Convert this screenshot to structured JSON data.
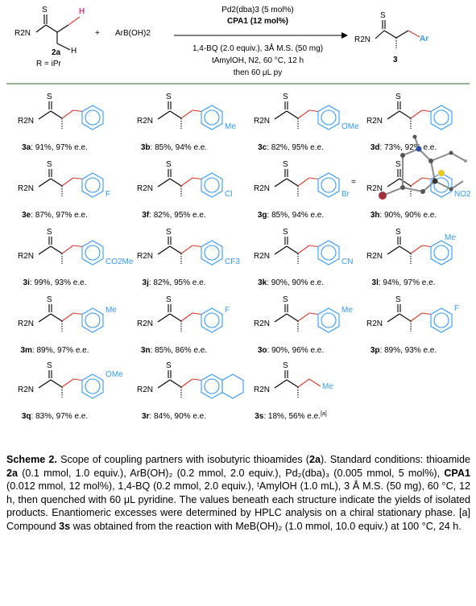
{
  "reaction": {
    "reagent_left": "R2N",
    "h_label": "H",
    "label_2a": "2a",
    "r_def": "R = iPr",
    "plus": "+",
    "boronic": "ArB(OH)2",
    "cond_top1": "Pd2(dba)3 (5 mol%)",
    "cond_top2": "CPA1 (12 mol%)",
    "cond_bot1": "1,4-BQ (2.0 equiv.), 3Å M.S. (50 mg)",
    "cond_bot2": "tAmylOH, N2, 60 °C, 12 h",
    "cond_bot3": "then 60 μL py",
    "product_ar": "Ar",
    "product_label": "3"
  },
  "products": [
    {
      "id": "3a",
      "yield": "91%, 97% e.e.",
      "sub": ""
    },
    {
      "id": "3b",
      "yield": "85%, 94% e.e.",
      "sub": "Me"
    },
    {
      "id": "3c",
      "yield": "82%, 95% e.e.",
      "sub": "OMe"
    },
    {
      "id": "3d",
      "yield": "73%, 92% e.e.",
      "sub": ""
    },
    {
      "id": "3e",
      "yield": "87%, 97% e.e.",
      "sub": "F"
    },
    {
      "id": "3f",
      "yield": "82%, 95% e.e.",
      "sub": "Cl"
    },
    {
      "id": "3g",
      "yield": "85%, 94% e.e.",
      "sub": "Br"
    },
    {
      "id": "3h",
      "yield": "90%, 90% e.e.",
      "sub": "NO2"
    },
    {
      "id": "3i",
      "yield": "99%, 93% e.e.",
      "sub": "CO2Me"
    },
    {
      "id": "3j",
      "yield": "82%, 95% e.e.",
      "sub": "CF3"
    },
    {
      "id": "3k",
      "yield": "90%, 90% e.e.",
      "sub": "CN"
    },
    {
      "id": "3l",
      "yield": "94%, 97% e.e.",
      "sub": "Me"
    },
    {
      "id": "3m",
      "yield": "89%, 97% e.e.",
      "sub": "Me"
    },
    {
      "id": "3n",
      "yield": "85%, 86% e.e.",
      "sub": "F"
    },
    {
      "id": "3o",
      "yield": "90%, 96% e.e.",
      "sub": "Me"
    },
    {
      "id": "3p",
      "yield": "89%, 93% e.e.",
      "sub": "F"
    },
    {
      "id": "3q",
      "yield": "83%, 97% e.e.",
      "sub": "OMe"
    },
    {
      "id": "3r",
      "yield": "84%, 90% e.e.",
      "sub": ""
    },
    {
      "id": "3s",
      "yield": "18%, 56% e.e.",
      "sub": "Me"
    }
  ],
  "note_3s": "[a]",
  "common": {
    "r2n": "R2N",
    "s": "S",
    "equals": "="
  },
  "caption": {
    "title": "Scheme 2.",
    "part1": " Scope of coupling partners with isobutyric thioamides (",
    "bold_2a": "2a",
    "part2": "). Standard conditions: thioamide ",
    "bold_2a_b": "2a",
    "part3": " (0.1 mmol, 1.0 equiv.), ArB(OH)₂ (0.2 mmol, 2.0 equiv.), Pd₂(dba)₃ (0.005 mmol, 5 mol%), ",
    "bold_cpa": "CPA1",
    "part4": " (0.012 mmol, 12 mol%), 1,4-BQ (0.2 mmol, 2.0 equiv.), ᵗAmylOH (1.0 mL), 3 Å M.S. (50 mg), 60 °C, 12 h, then quenched with 60 μL pyridine. The values beneath each structure indicate the yields of isolated products. Enantiomeric excesses were determined by HPLC analysis on a chiral stationary phase. [a] Compound ",
    "bold_3s": "3s",
    "part5": " was obtained from the reaction with MeB(OH)₂ (1.0 mmol, 10.0 equiv.) at 100 °C, 24 h."
  }
}
